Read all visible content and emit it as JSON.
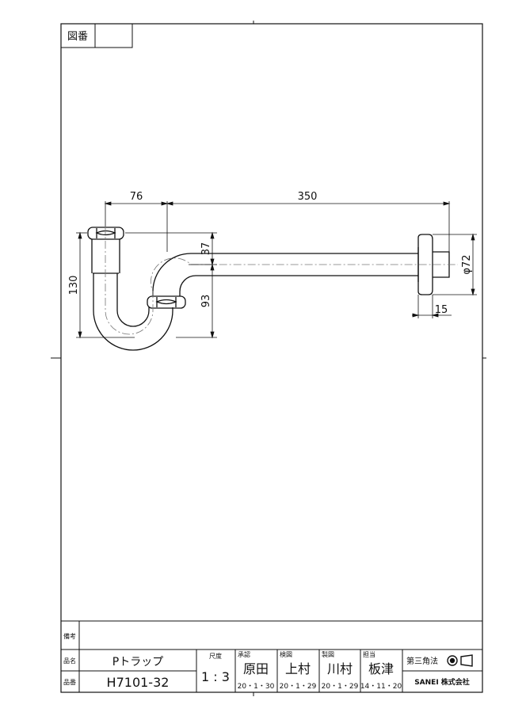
{
  "header": {
    "drawing_number_label": "図番",
    "drawing_number_value": ""
  },
  "dimensions": {
    "d76": "76",
    "d350": "350",
    "d37": "37",
    "d130": "130",
    "d93": "93",
    "d15": "15",
    "dphi72": "φ72"
  },
  "title_block": {
    "remarks_label": "備考",
    "remarks_value": "",
    "product_name_label": "品名",
    "product_name": "Pトラップ",
    "product_number_label": "品番",
    "product_number": "H7101-32",
    "scale_label": "尺度",
    "scale_value": "1 : 3",
    "approve_label": "承認",
    "approve_name": "原田",
    "approve_date": "20・1・30",
    "inspect_label": "検図",
    "inspect_name": "上村",
    "inspect_date": "20・1・29",
    "draw_label": "製図",
    "draw_name": "川村",
    "draw_date": "20・1・29",
    "charge_label": "担当",
    "charge_name": "板津",
    "charge_date": "14・11・20",
    "projection_label": "第三角法",
    "company": "SANEI 株式会社"
  }
}
